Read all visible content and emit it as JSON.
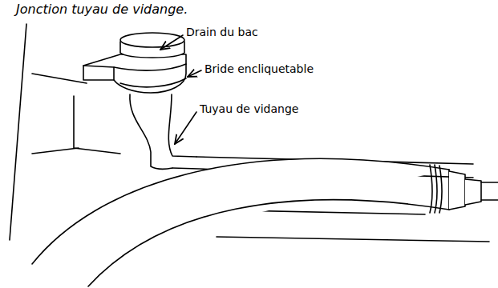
{
  "diagram": {
    "labels": [
      "Jonction tuyau de vidange.",
      "Drain du bac",
      "Bride encliquetable",
      "Tuyau de vidange"
    ]
  }
}
